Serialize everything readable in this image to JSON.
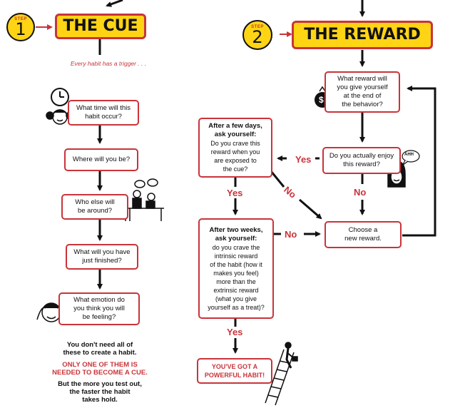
{
  "step1": {
    "step_label": "STEP",
    "number": "1",
    "title": "THE CUE"
  },
  "step2": {
    "step_label": "STEP",
    "number": "2",
    "title": "THE REWARD"
  },
  "cue_tagline": "Every habit has a trigger . . .",
  "cue_questions": [
    "What time will this\nhabit occur?",
    "Where will you be?",
    "Who else will\nbe around?",
    "What will you have\njust finished?",
    "What emotion do\nyou think you will\nbe feeling?"
  ],
  "cue_notes": {
    "line1": "You don't need all of\nthese to create a habit.",
    "line2": "ONLY ONE OF THEM IS\nNEEDED TO BECOME A CUE.",
    "line3": "But the more you test out,\nthe faster the habit\ntakes hold."
  },
  "reward": {
    "q1": "What reward will\nyou give yourself\nat the end of\nthe behavior?",
    "q2": "Do you actually enjoy\nthis reward?",
    "choose": "Choose a\nnew reward.",
    "few_days_head": "After a few days,\nask yourself:",
    "few_days_body": "Do you crave this\nreward when you\nare exposed to\nthe cue?",
    "two_weeks_head": "After two weeks,\nask yourself:",
    "two_weeks_body": "do you crave the\nintrinsic reward\nof the habit (how it\nmakes you feel)\nmore than the\nextrinsic reward\n(what you give\nyourself as a treat)?",
    "result": "YOU'VE GOT A\nPOWERFUL HABIT!",
    "yes": "Yes",
    "no": "No",
    "speech": "AHH",
    "dollar": "$"
  },
  "colors": {
    "accent_red": "#c8343a",
    "yellow": "#ffd414",
    "ink": "#111111"
  }
}
